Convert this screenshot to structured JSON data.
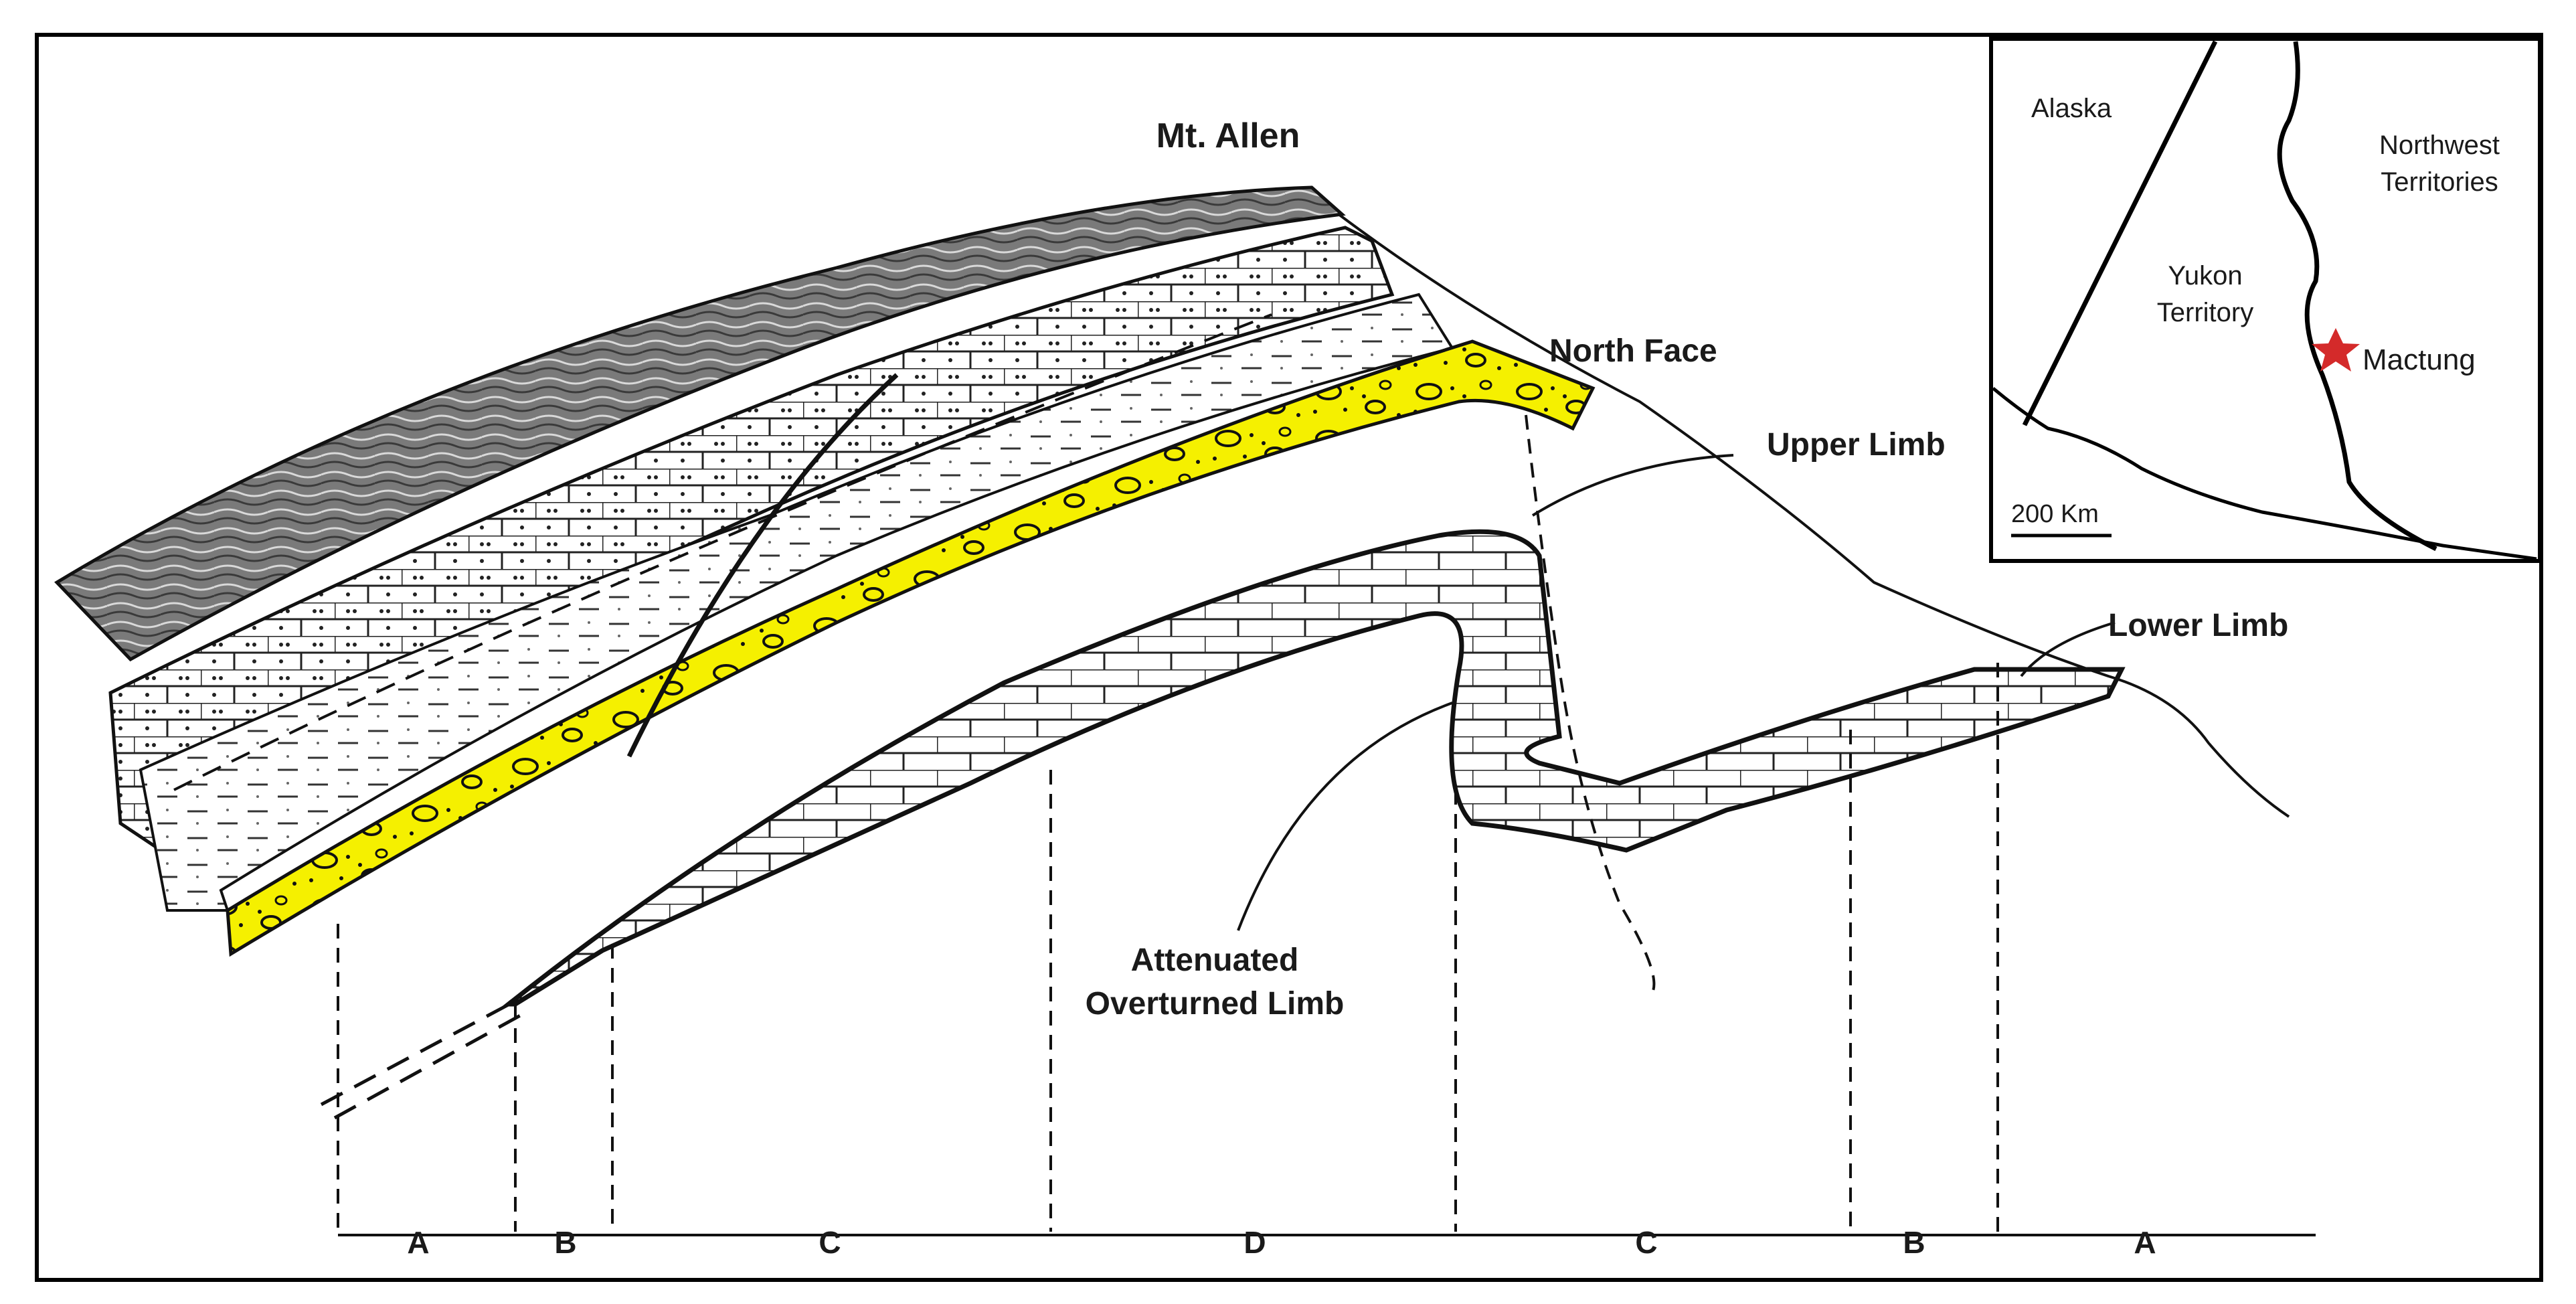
{
  "labels": {
    "peak": "Mt. Allen",
    "north_face": "North Face",
    "upper_limb": "Upper Limb",
    "lower_limb": "Lower Limb",
    "attenuated_line1": "Attenuated",
    "attenuated_line2": "Overturned Limb"
  },
  "inset_map": {
    "alaska": "Alaska",
    "nwt_line1": "Northwest",
    "nwt_line2": "Territories",
    "yukon_line1": "Yukon",
    "yukon_line2": "Territory",
    "mactung": "Mactung",
    "scale": "200 Km"
  },
  "segments": [
    "A",
    "B",
    "C",
    "D",
    "C",
    "B",
    "A"
  ],
  "colors": {
    "conglomerate": "#f5f000",
    "frame": "#000000",
    "star": "#d42a2a",
    "dark_unit": "#6e6e6e"
  }
}
